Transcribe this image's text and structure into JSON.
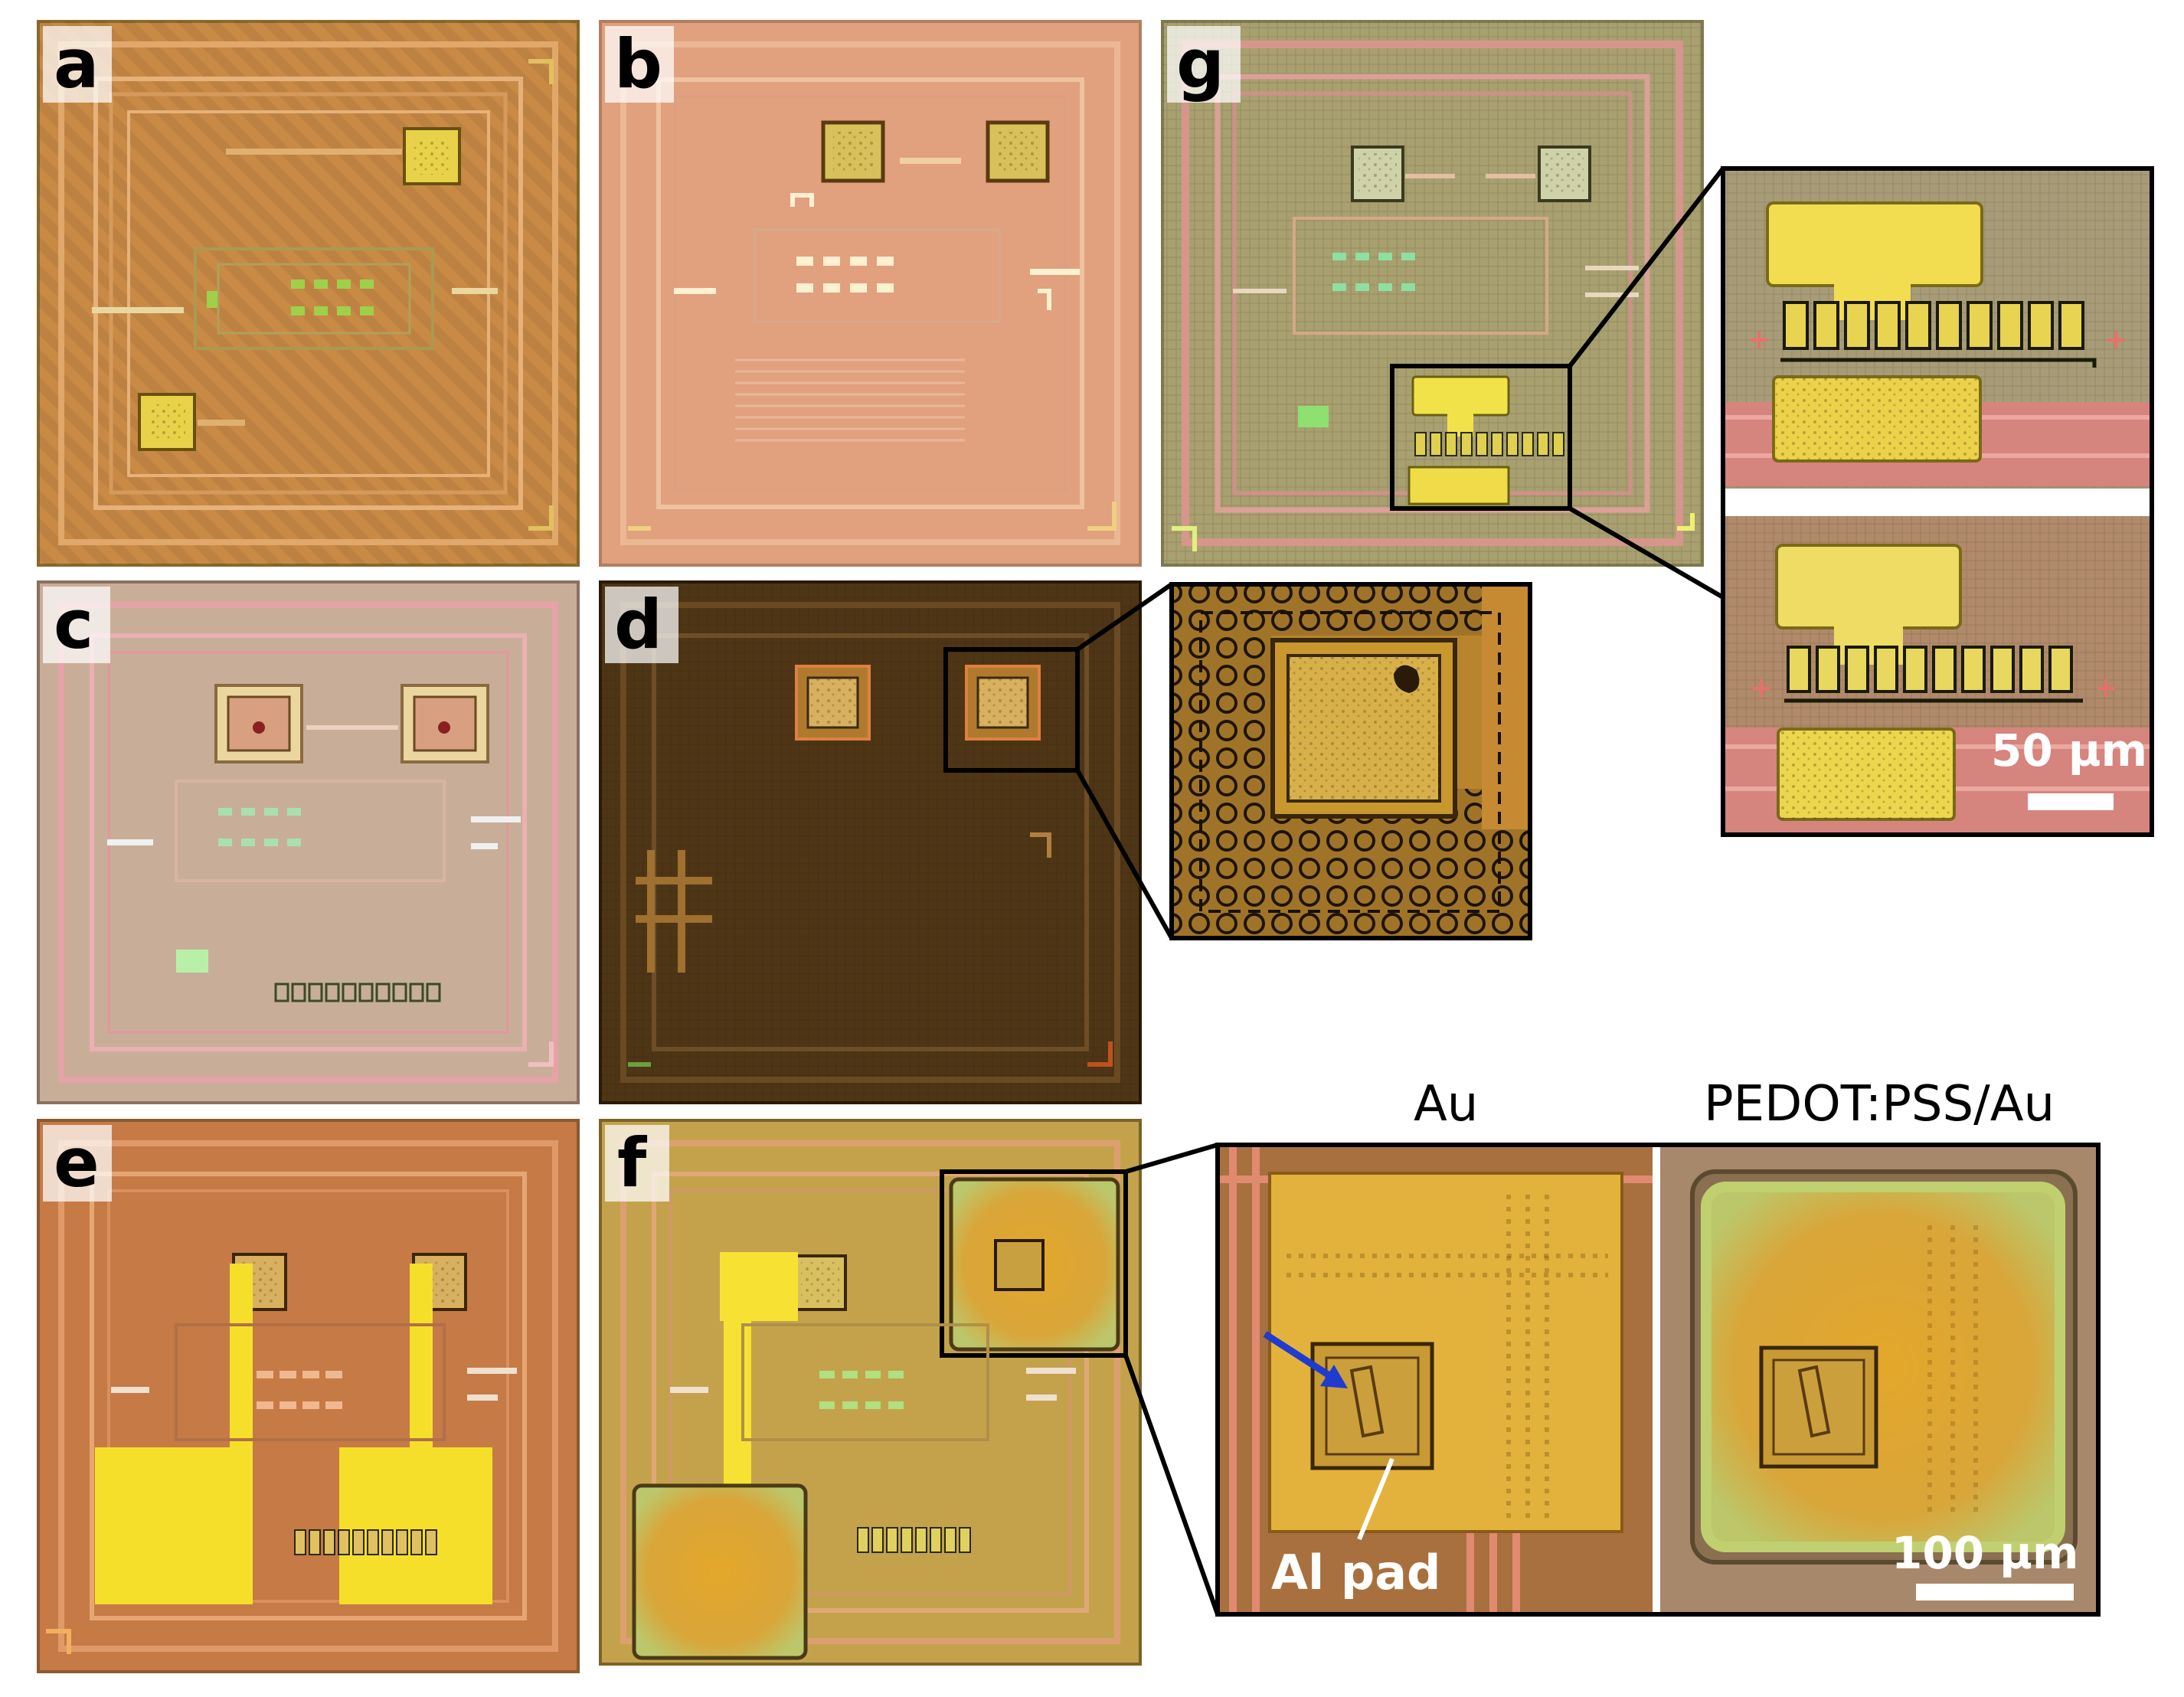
{
  "panels": {
    "a": "a",
    "b": "b",
    "c": "c",
    "d": "d",
    "e": "e",
    "f": "f",
    "g": "g"
  },
  "annotations": {
    "scale_50": "50 µm",
    "scale_100": "100 µm",
    "inset_au": "Au",
    "inset_pedot": "PEDOT:PSS/Au",
    "al_pad": "Al pad"
  },
  "colors": {
    "chip_orange": "#c98a46",
    "chip_pink": "#e1a07e",
    "chip_olive": "#a9a070",
    "chip_grey": "#c8ae98",
    "chip_dark": "#4e3516",
    "chip_brown": "#c67a45",
    "chip_yellow": "#c4a24c",
    "gold": "#f0df45",
    "arrow_blue": "#1f3ccf"
  }
}
